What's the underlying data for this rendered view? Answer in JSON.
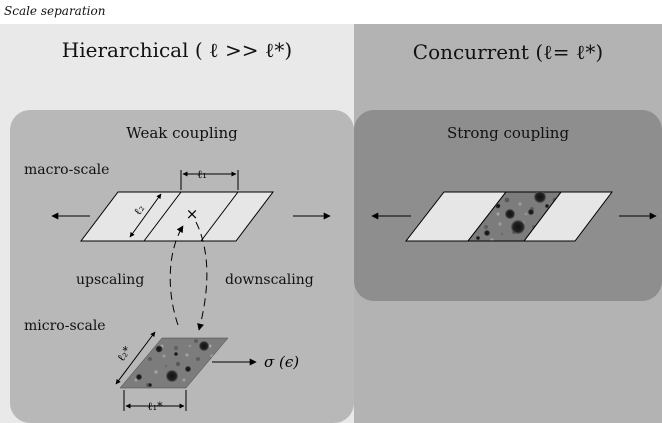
{
  "caption": "Scale separation",
  "hierarchical": {
    "title": "Hierarchical ( ℓ >> ℓ*)",
    "panel_title": "Weak coupling",
    "macro_label": "macro-scale",
    "micro_label": "micro-scale",
    "upscaling_label": "upscaling",
    "downscaling_label": "downscaling",
    "l1_label": "ℓ₁",
    "l2_label": "ℓ₂",
    "l1_star_label": "ℓ₁*",
    "l2_star_label": "ℓ₂*",
    "stress_label": "σ (ϵ)",
    "point_marker": "×"
  },
  "concurrent": {
    "title": "Concurrent (ℓ= ℓ*)",
    "panel_title": "Strong coupling"
  }
}
